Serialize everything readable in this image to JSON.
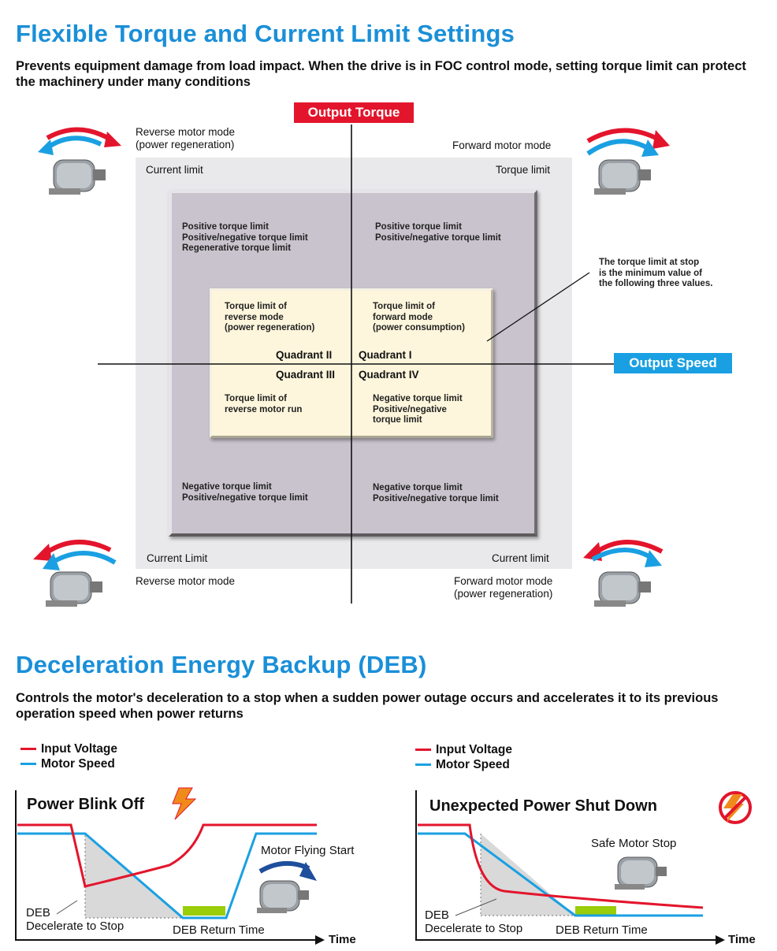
{
  "section1": {
    "title": "Flexible Torque and Current Limit Settings",
    "description": "Prevents equipment damage from load impact. When the drive is in FOC control mode, setting torque limit can protect the machinery under many conditions",
    "axis_torque": "Output Torque",
    "axis_speed": "Output Speed",
    "top_left_mode": [
      "Reverse motor  mode",
      "(power regeneration)"
    ],
    "top_right_mode": "Forward motor mode",
    "bottom_left_mode": "Reverse motor mode",
    "bottom_right_mode": [
      "Forward motor mode",
      "(power regeneration)"
    ],
    "outer_labels": {
      "tl": "Current limit",
      "tr": "Torque limit",
      "bl": "Current Limit",
      "br": "Current limit"
    },
    "mid_tl": [
      "Positive torque limit",
      "Positive/negative torque limit",
      "Regenerative torque limit"
    ],
    "mid_tr": [
      "Positive torque limit",
      "Positive/negative torque limit"
    ],
    "mid_bl": [
      "Negative torque limit",
      "Positive/negative torque limit"
    ],
    "mid_br": [
      "Negative torque limit",
      "Positive/negative torque limit"
    ],
    "inner_tl": [
      "Torque limit of",
      "reverse mode",
      "(power regeneration)"
    ],
    "inner_tr": [
      "Torque limit of",
      "forward mode",
      "(power consumption)"
    ],
    "inner_bl": [
      "Torque limit of",
      "reverse motor run"
    ],
    "inner_br": [
      "Negative torque limit",
      "Positive/negative",
      "torque limit"
    ],
    "quadrants": {
      "q1": "Quadrant I",
      "q2": "Quadrant II",
      "q3": "Quadrant III",
      "q4": "Quadrant IV"
    },
    "callout": [
      "The torque limit at stop",
      "is the minimum value of",
      "the following three values."
    ]
  },
  "section2": {
    "title": "Deceleration Energy Backup (DEB)",
    "description": "Controls the motor's deceleration to a stop when a sudden power outage occurs and accelerates it to its previous operation speed when power returns",
    "legend": {
      "voltage": "Input Voltage",
      "speed": "Motor Speed"
    },
    "chart_left": {
      "title": "Power Blink Off",
      "flying_start": "Motor Flying Start",
      "deb_label": [
        "DEB",
        "Decelerate to Stop"
      ],
      "return_label": "DEB Return Time",
      "time_label": "Time"
    },
    "chart_right": {
      "title": "Unexpected Power Shut Down",
      "safe_stop": "Safe Motor Stop",
      "deb_label": [
        "DEB",
        "Decelerate to Stop"
      ],
      "return_label": "DEB Return Time",
      "time_label": "Time"
    }
  },
  "colors": {
    "accent": "#1a8fd8",
    "torque_tag": "#e3152c",
    "voltage": "#e3152c",
    "speed": "#1aa0e2",
    "return_bar": "#9acd0a"
  },
  "icons": [
    "motor-icon",
    "rotation-arrow-icon",
    "lightning-icon",
    "no-power-icon"
  ]
}
